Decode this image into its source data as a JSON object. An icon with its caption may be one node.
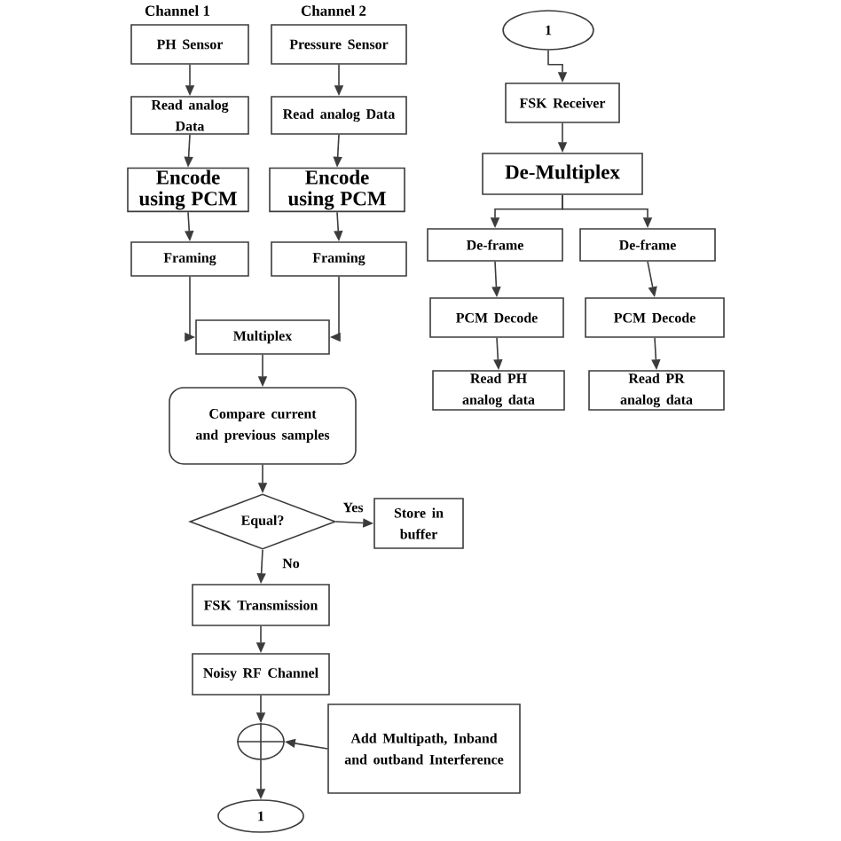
{
  "diagram": {
    "nodes": [
      {
        "text": [
          "PH Sensor"
        ]
      },
      {
        "text": [
          "Pressure Sensor"
        ]
      },
      {
        "text": [
          "Read analog Data"
        ]
      },
      {
        "text": [
          "Read analog Data"
        ]
      },
      {
        "text": [
          "Encode using PCM"
        ]
      },
      {
        "text": [
          "Encode using PCM"
        ]
      },
      {
        "text": [
          "Framing"
        ]
      },
      {
        "text": [
          "Framing"
        ]
      },
      {
        "text": [
          "Multiplex"
        ]
      },
      {
        "text": [
          "Compare current and previous samples"
        ]
      },
      {
        "text": [
          "Equal?"
        ]
      },
      {
        "text": [
          "Store in buffer"
        ]
      },
      {
        "text": [
          "FSK Transmission"
        ]
      },
      {
        "text": [
          "Noisy RF Channel"
        ]
      },
      {
        "text": [],
        "shape": "circle"
      },
      {
        "text": [
          "Add Multipath, Inband and outband Interference"
        ]
      },
      {
        "text": [
          "1"
        ]
      },
      {
        "text": [
          "1"
        ]
      },
      {
        "text": [
          "FSK Receiver"
        ]
      },
      {
        "text": [
          "De-Multiplex"
        ]
      },
      {
        "text": [
          "De-frame"
        ]
      },
      {
        "text": [
          "De-frame"
        ]
      },
      {
        "text": [
          "PCM Decode"
        ]
      },
      {
        "text": [
          "PCM Decode"
        ]
      },
      {
        "text": [
          "Read PH analog data"
        ]
      },
      {
        "text": [
          "Read PR analog data"
        ]
      }
    ],
    "edges": [
      {
        "from": 0,
        "to": 2,
        "arrow": "to"
      },
      {
        "from": 2,
        "to": 4,
        "arrow": "to"
      },
      {
        "from": 4,
        "to": 6,
        "arrow": "to"
      },
      {
        "from": 1,
        "to": 3,
        "arrow": "to"
      },
      {
        "from": 3,
        "to": 5,
        "arrow": "to"
      },
      {
        "from": 5,
        "to": 7,
        "arrow": "to"
      },
      {
        "from": 6,
        "to": 8,
        "arrow": "to"
      },
      {
        "from": 7,
        "to": 8,
        "arrow": "to"
      },
      {
        "from": 8,
        "to": 9,
        "arrow": "to"
      },
      {
        "from": 9,
        "to": 10,
        "arrow": "to"
      },
      {
        "from": 10,
        "to": 11,
        "label": "Yes",
        "arrow": "to"
      },
      {
        "from": 10,
        "to": 12,
        "label": "No",
        "arrow": "to"
      },
      {
        "from": 12,
        "to": 13,
        "arrow": "to"
      },
      {
        "from": 13,
        "to": 14,
        "arrow": "to"
      },
      {
        "from": 15,
        "to": 14,
        "arrow": "to"
      },
      {
        "from": 14,
        "to": 16,
        "arrow": "to"
      },
      {
        "from": 17,
        "to": 18,
        "arrow": "to"
      },
      {
        "from": 18,
        "to": 19,
        "arrow": "to"
      },
      {
        "from": 19,
        "to": 20,
        "arrow": "to"
      },
      {
        "from": 19,
        "to": 21,
        "arrow": "to"
      },
      {
        "from": 20,
        "to": 22,
        "arrow": "to"
      },
      {
        "from": 22,
        "to": 24,
        "arrow": "to"
      },
      {
        "from": 21,
        "to": 23,
        "arrow": "to"
      },
      {
        "from": 23,
        "to": 25,
        "arrow": "to"
      }
    ],
    "labels": [
      "Channel 1",
      "Channel 2"
    ]
  }
}
